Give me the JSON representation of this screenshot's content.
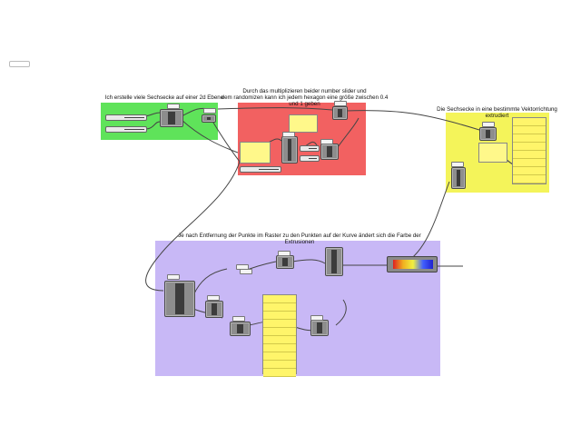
{
  "groups": [
    {
      "id": "green",
      "title": "Ich erstelle viele Sechsecke auf einer 2d Ebene",
      "color": "#5fe35a"
    },
    {
      "id": "red",
      "title": "Durch das multiplizieren beider number slider und\ndem randomizen kann ich jedem hexagon eine größe zwischen 0.4 und 1 geben",
      "color": "#f26161"
    },
    {
      "id": "yellow",
      "title": "Die Sechsecke in eine bestimmte Vektorrichtung extrudiert",
      "color": "#f4f45a"
    },
    {
      "id": "purple",
      "title": "Je nach Entfernung der Punkte im Raster zu den Punkten auf der Kurve ändert sich die Farbe der Extrusionen",
      "color": "#c8b8f6"
    }
  ],
  "icons": {
    "component": "grasshopper-component-icon",
    "slider": "number-slider-icon",
    "panel": "panel-icon",
    "gradient": "gradient-icon"
  }
}
